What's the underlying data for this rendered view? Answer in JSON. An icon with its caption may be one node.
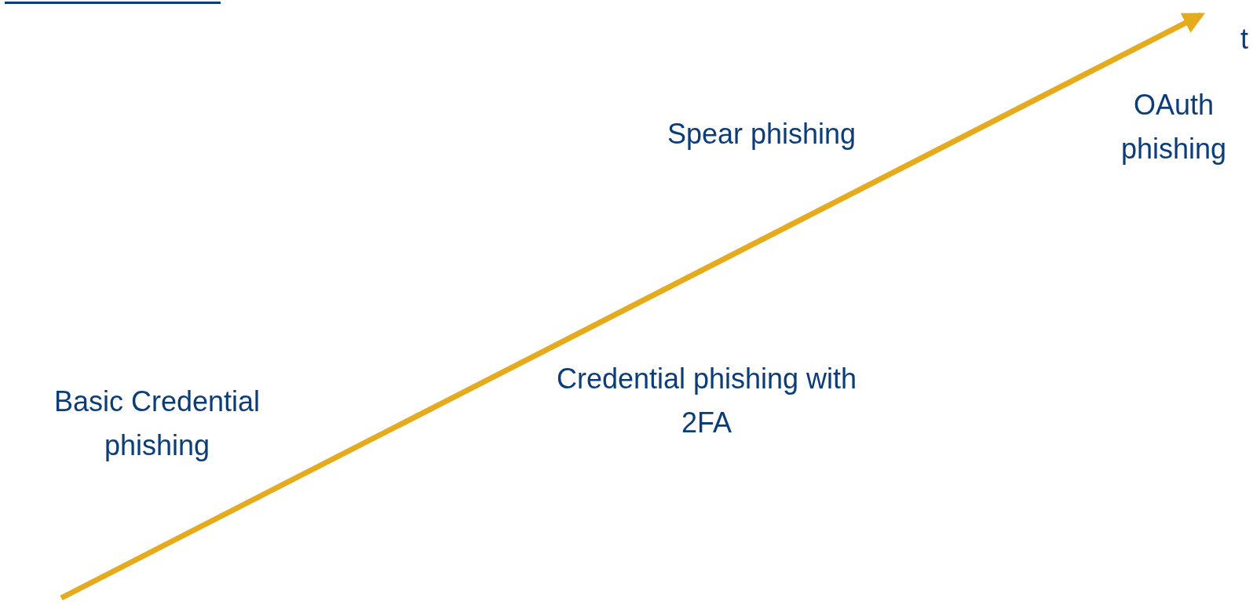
{
  "diagram": {
    "labels": [
      "t",
      "Spear phishing",
      "OAuth phishing",
      "Basic Credential phishing",
      "Credential phishing with 2FA"
    ]
  }
}
